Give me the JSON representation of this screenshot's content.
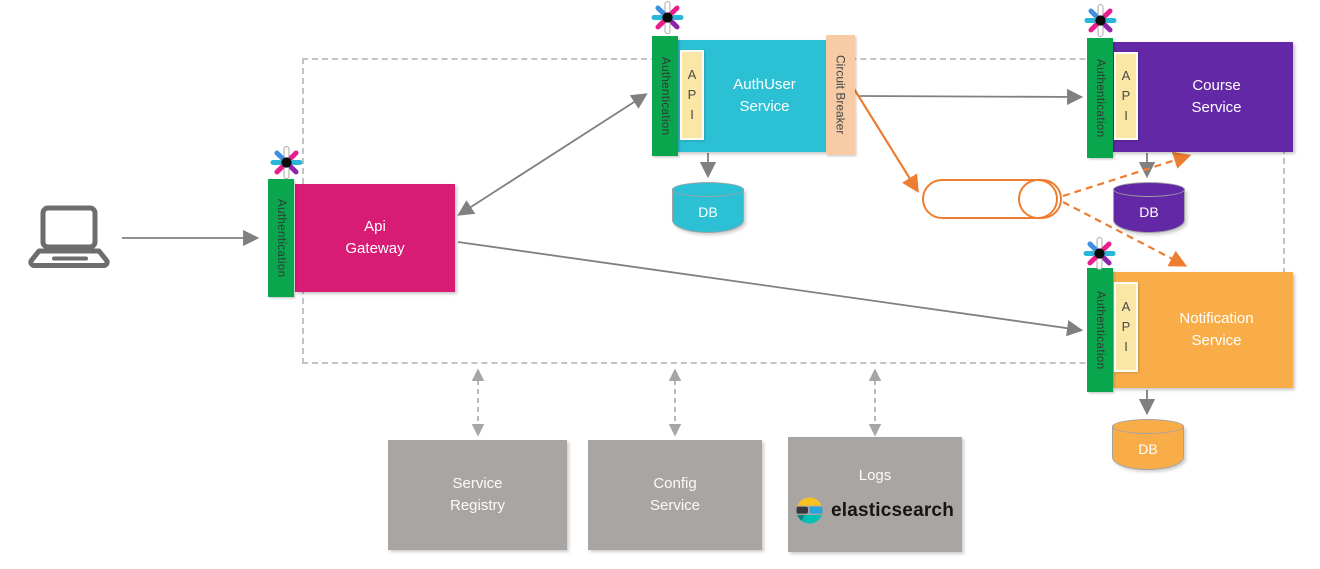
{
  "nodes": {
    "gateway": {
      "title": "Api Gateway",
      "auth": "Authentication"
    },
    "authuser": {
      "title": "AuthUser Service",
      "auth": "Authentication",
      "api": "A P I",
      "circuit_breaker": "Circuit Breaker",
      "db": "DB"
    },
    "course": {
      "title": "Course Service",
      "auth": "Authentication",
      "api": "A P I",
      "db": "DB"
    },
    "notification": {
      "title": "Notification Service",
      "auth": "Authentication",
      "api": "A P I",
      "db": "DB"
    },
    "registry": {
      "title": "Service Registry"
    },
    "config": {
      "title": "Config Service"
    },
    "logs": {
      "title": "Logs",
      "brand": "elasticsearch"
    }
  },
  "icons": {
    "client": "laptop-icon",
    "token": "jwt-token-icon",
    "queue": "message-queue-cylinder",
    "logs_brand": "elasticsearch-logo"
  },
  "colors": {
    "gateway": "#D81B74",
    "authuser": "#2BC0D4",
    "course": "#6328A6",
    "notification": "#F8AD49",
    "auth_strip": "#0AA64E",
    "api_strip": "#FAE7A6",
    "circuit_breaker_strip": "#F6CBA6",
    "infra_box": "#A9A5A3",
    "gray_connector": "#808080",
    "orange_connector": "#ED7D31",
    "dashed_boundary": "#C4C4C4",
    "elastic_yellow": "#F9C31F",
    "elastic_blue": "#27A3DD",
    "elastic_teal": "#00BFB3",
    "elastic_dark": "#37373F"
  }
}
